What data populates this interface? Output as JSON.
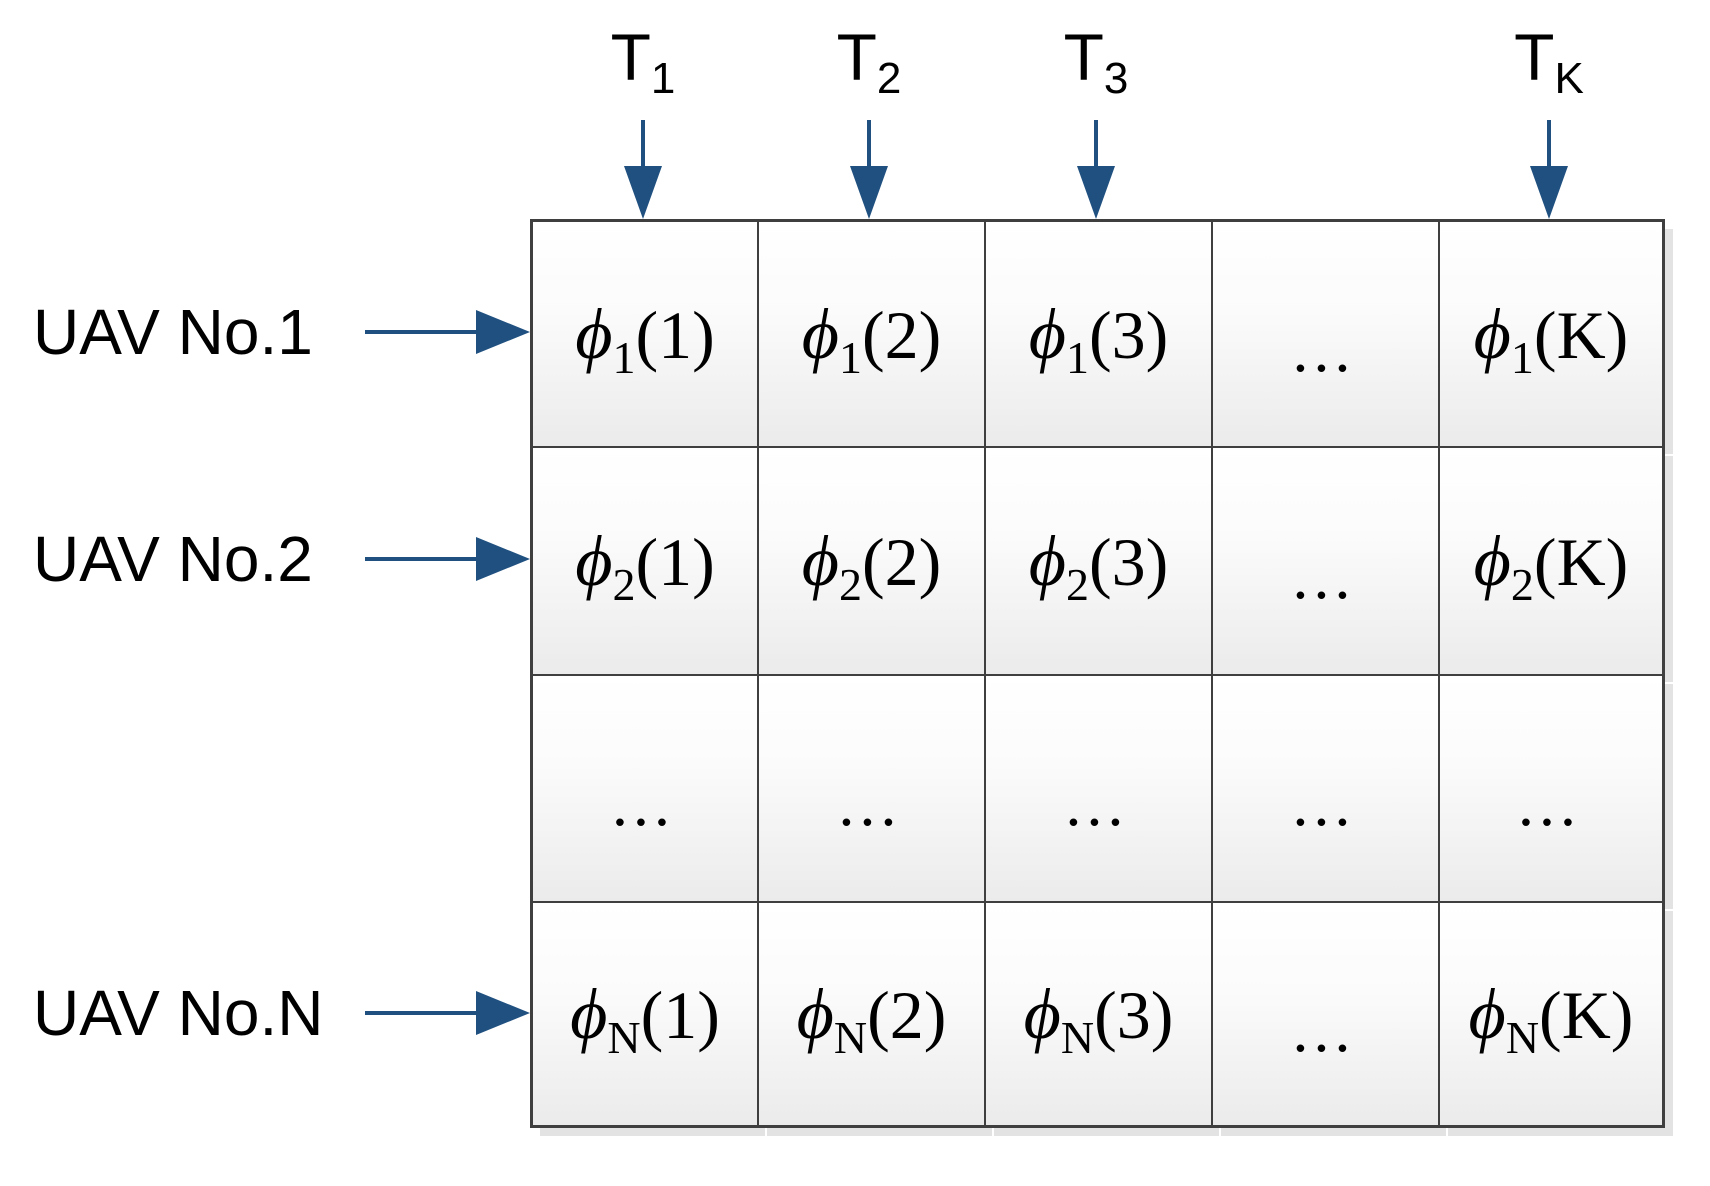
{
  "figure": {
    "column_headers": [
      {
        "base": "T",
        "sub": "1"
      },
      {
        "base": "T",
        "sub": "2"
      },
      {
        "base": "T",
        "sub": "3"
      },
      {
        "base": "T",
        "sub": "K"
      }
    ],
    "row_labels": [
      {
        "text": "UAV No.1"
      },
      {
        "text": "UAV No.2"
      },
      {
        "text": "UAV No.N"
      }
    ],
    "cells": [
      [
        {
          "sym": "ϕ",
          "sub": "1",
          "arg": "(1)"
        },
        {
          "sym": "ϕ",
          "sub": "1",
          "arg": "(2)"
        },
        {
          "sym": "ϕ",
          "sub": "1",
          "arg": "(3)"
        },
        {
          "text": "..."
        },
        {
          "sym": "ϕ",
          "sub": "1",
          "arg": "(K)"
        }
      ],
      [
        {
          "sym": "ϕ",
          "sub": "2",
          "arg": "(1)"
        },
        {
          "sym": "ϕ",
          "sub": "2",
          "arg": "(2)"
        },
        {
          "sym": "ϕ",
          "sub": "2",
          "arg": "(3)"
        },
        {
          "text": "..."
        },
        {
          "sym": "ϕ",
          "sub": "2",
          "arg": "(K)"
        }
      ],
      [
        {
          "text": "..."
        },
        {
          "text": "..."
        },
        {
          "text": "..."
        },
        {
          "text": "..."
        },
        {
          "text": "..."
        }
      ],
      [
        {
          "sym": "ϕ",
          "sub": "N",
          "arg": "(1)"
        },
        {
          "sym": "ϕ",
          "sub": "N",
          "arg": "(2)"
        },
        {
          "sym": "ϕ",
          "sub": "N",
          "arg": "(3)"
        },
        {
          "text": "..."
        },
        {
          "sym": "ϕ",
          "sub": "N",
          "arg": "(K)"
        }
      ]
    ]
  },
  "icons": {
    "column_arrow": "arrow-down-icon",
    "row_arrow": "arrow-right-icon"
  },
  "colors": {
    "arrow": "#1f5080",
    "border": "#3f3f3f",
    "shadow": "#e3e3e3",
    "cell_bottom": "#ebebeb",
    "text": "#000000",
    "background": "#ffffff"
  }
}
